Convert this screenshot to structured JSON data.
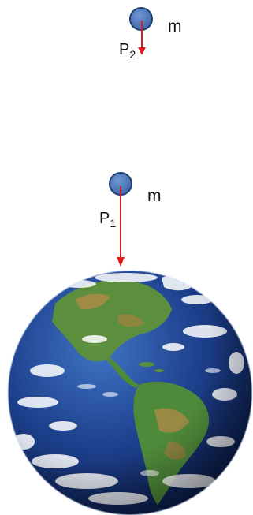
{
  "labels": {
    "top_mass": "m",
    "top_force_main": "P",
    "top_force_sub": "2",
    "bottom_mass": "m",
    "bottom_force_main": "P",
    "bottom_force_sub": "1"
  },
  "colors": {
    "mass_fill": "#4a74b8",
    "mass_stroke": "#1f3f73",
    "force_arrow": "#e01b1b",
    "ocean": "#1d3f8c",
    "land_green": "#4f8a3a",
    "land_brown": "#b08a45",
    "clouds": "#ffffff"
  },
  "icons": {
    "earth": "earth-globe-icon",
    "mass": "sphere-icon"
  }
}
